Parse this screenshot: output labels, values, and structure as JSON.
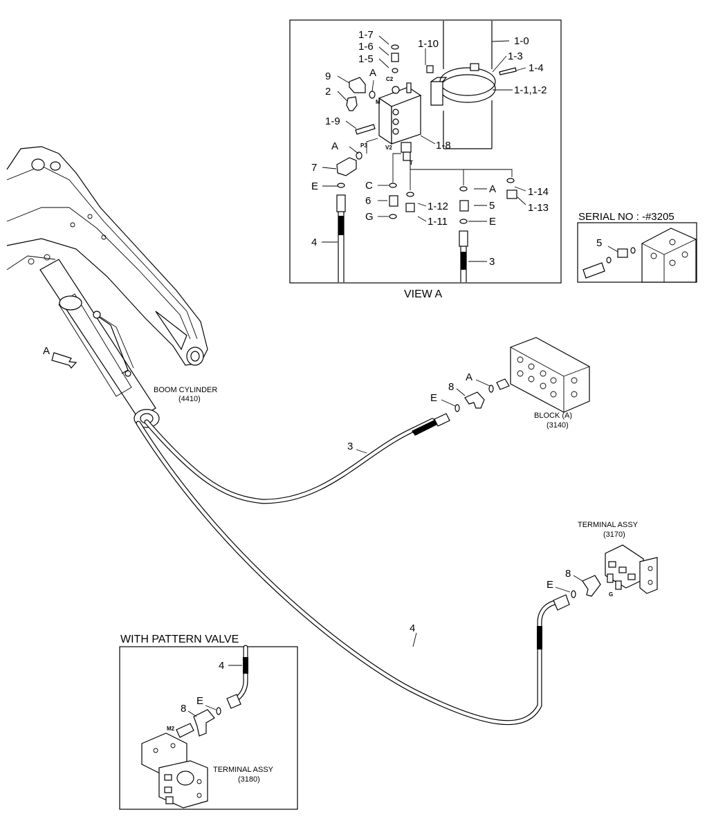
{
  "view_a": {
    "caption": "VIEW A",
    "labels": [
      "1-7",
      "1-6",
      "1-5",
      "1-10",
      "1-0",
      "1-3",
      "1-4",
      "9",
      "A",
      "2",
      "1-1,1-2",
      "1-9",
      "1-8",
      "A",
      "7",
      "E",
      "C",
      "A",
      "1-14",
      "6",
      "1-12",
      "5",
      "1-13",
      "G",
      "1-11",
      "E",
      "4",
      "3"
    ],
    "port_marks": [
      "C2",
      "P3",
      "V2",
      "T",
      "M"
    ]
  },
  "serial_box": {
    "title": "SERIAL NO : -#3205",
    "label": "5"
  },
  "boom_cylinder": {
    "name": "BOOM CYLINDER",
    "code": "(4410)"
  },
  "block_a": {
    "name": "BLOCK (A)",
    "code": "(3140)"
  },
  "terminal_3170": {
    "name": "TERMINAL ASSY",
    "code": "(3170)"
  },
  "pattern_valve": {
    "title": "WITH PATTERN VALVE",
    "terminal_name": "TERMINAL ASSY",
    "terminal_code": "(3180)",
    "port_mark": "M2"
  },
  "main_labels": {
    "arrow_a": "A",
    "hose_3": "3",
    "hose_4": "4",
    "fit_8_block": "8",
    "oring_a_block": "A",
    "oring_e_block": "E",
    "fit_8_term": "8",
    "oring_e_term": "E",
    "pv_4": "4",
    "pv_e": "E",
    "pv_8": "8",
    "term_port": "G"
  }
}
